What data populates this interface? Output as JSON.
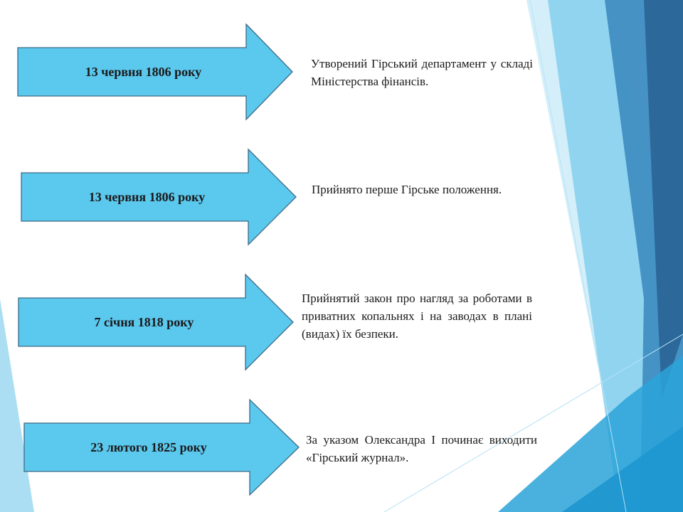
{
  "colors": {
    "arrow_fill": "#5bc8ee",
    "arrow_stroke": "#3d6b87",
    "deco_dark": "#2d6b9a",
    "deco_mid": "#2aa3d8",
    "deco_light": "#8fd3ef"
  },
  "timeline": [
    {
      "date": "13 червня 1806 року",
      "text": "Утворений Гірський департамент у складі Міністерства фінансів."
    },
    {
      "date": "13 червня 1806 року",
      "text": "Прийнято перше Гірське положення."
    },
    {
      "date": "7 січня 1818 року",
      "text": "Прийнятий закон про нагляд за роботами в приватних копальнях і на заводах в плані (видах) їх безпеки."
    },
    {
      "date": "23 лютого 1825 року",
      "text": "За указом Олександра І починає виходити «Гірський журнал»."
    }
  ]
}
